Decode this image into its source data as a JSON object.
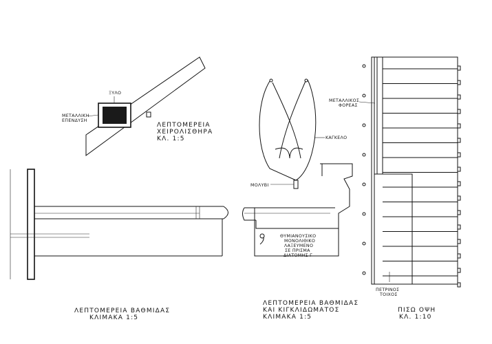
{
  "handrail_detail": {
    "wood_label": "ΞΥΛΟ",
    "metal_cover_label_1": "ΜΕΤΑΛΛΙΚΗ",
    "metal_cover_label_2": "ΕΠΕΝΔΥΣΗ",
    "title_1": "ΛΕΠΤΟΜΕΡΕΙΑ",
    "title_2": "ΧΕΙΡΟΛΙΣΘΗΡΑ",
    "scale": "ΚΛ. 1:5"
  },
  "step_detail": {
    "caption_1": "ΛΕΠΤΟΜΕΡΕΙΑ  ΒΑΘΜΙΔΑΣ",
    "caption_2": "ΚΛΙΜΑΚΑ  1:5"
  },
  "railing_detail": {
    "railing_label": "ΚΑΓΚΕΛΟ",
    "lead_label": "ΜΟΛΥΒΙ",
    "marble_1": "ΘΥΜΙΑΝΟΥΣΙΚΟ",
    "marble_2": "ΜΟΝΟΛΙΘΙΚΟ",
    "marble_3": "ΛΑΞΕΥΜΕΝΟ",
    "marble_4": "ΣΕ ΠΡΙΣΜΑ",
    "marble_5": "ΔΙΑΤΟΜΗΣ  Γ",
    "caption_1": "ΛΕΠΤΟΜΕΡΕΙΑ  ΒΑΘΜΙΔΑΣ",
    "caption_2": "ΚΑΙ  ΚΙΓΚΛΙΔΩΜΑΤΟΣ",
    "caption_3": "ΚΛΙΜΑΚΑ  1:5"
  },
  "rear_view": {
    "metal_frame_1": "ΜΕΤΑΛΛΙΚΟΣ",
    "metal_frame_2": "ΦΟΡΕΑΣ",
    "stone_wall_1": "ΠΕΤΡΙΝΟΣ",
    "stone_wall_2": "ΤΟΙΧΟΣ",
    "caption_1": "ΠΙΣΩ  ΟΨΗ",
    "caption_2": "ΚΛ. 1:10"
  }
}
